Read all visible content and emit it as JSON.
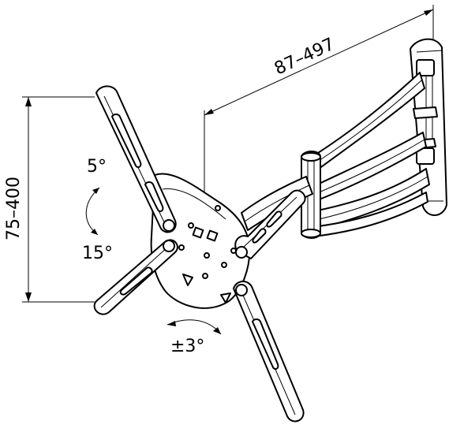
{
  "dimensions": {
    "arm_extension": "87–497",
    "vesa_range": "75–400"
  },
  "tilt": {
    "up": "5°",
    "down": "15°"
  },
  "rotation": {
    "label": "±3°"
  }
}
